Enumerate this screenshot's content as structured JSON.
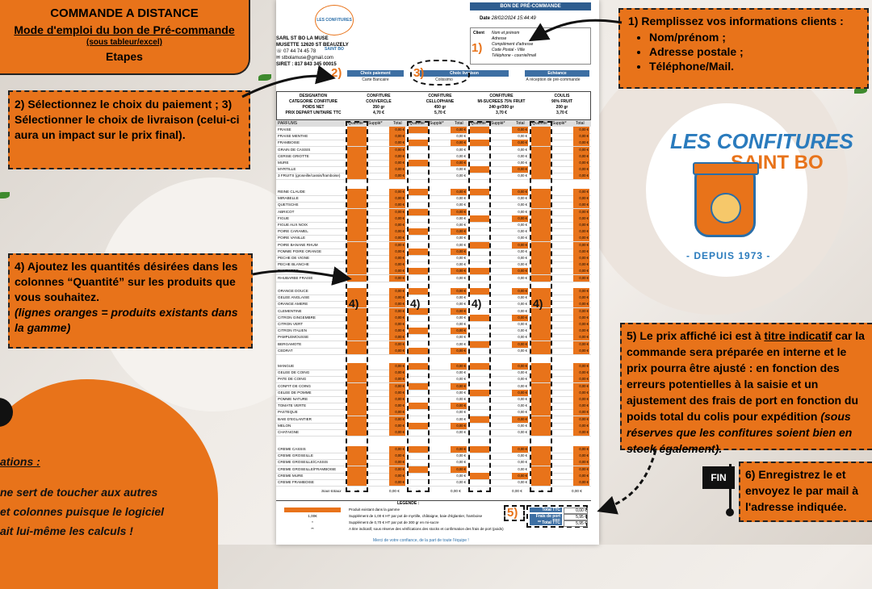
{
  "header": {
    "line1": "COMMANDE A DISTANCE",
    "line2": "Mode d'emploi du bon de Pré-commande",
    "line3": "(sous tableur/excel)",
    "line4": "Etapes"
  },
  "step1": {
    "title": "1) Remplissez vos informations clients :",
    "items": [
      "Nom/prénom ;",
      "Adresse postale ;",
      "Téléphone/Mail."
    ]
  },
  "step2": {
    "text": "2) Sélectionnez le choix du paiement ; 3) Sélectionner le choix de livraison (celui-ci aura un impact sur le prix final)."
  },
  "step4": {
    "line1": "4) Ajoutez les quantités désirées dans les colonnes “Quantité” sur les produits que vous souhaitez.",
    "line2": "(lignes oranges = produits existants dans la gamme)"
  },
  "step5": {
    "part1": "5) Le prix affiché ici est à ",
    "underlined": "titre indicatif",
    "part2": " car la commande sera préparée en interne et le prix pourra être ajusté : en fonction des erreurs potentielles à la saisie et un ajustement des frais de port en fonction du poids total du colis pour expédition ",
    "italic": "(sous réserves que les confitures soient bien en stock également)."
  },
  "step6": {
    "flag": "FIN",
    "text": "6) Enregistrez le et envoyez le par mail à l'adresse indiquée."
  },
  "notes": {
    "title": "ations :",
    "line1": "ne sert de toucher aux autres",
    "line2": "et colonnes puisque le logiciel",
    "line3": "ait lui-même les calculs !"
  },
  "logo": {
    "line1": "LES CONFITURES",
    "line2": "SAINT BO",
    "ribbon": "- DEPUIS 1973 -"
  },
  "doc": {
    "title": "BON DE PRÉ-COMMANDE",
    "date_label": "Date",
    "date_value": "28/02/2024 15:44:49",
    "client_label": "Client",
    "client_lines": [
      "Nom et prénom",
      "Adresse",
      "Complément d'adresse",
      "Code Postal - Ville",
      "Téléphone - courriel/mail"
    ],
    "logo_small": "LES CONFITURES SAINT BO",
    "company": "SARL ST BO LA MUSE",
    "address": "MUSETTE 12620 ST BEAUZELY",
    "phone": "07 44 74 45 78",
    "email": "stbolamuse@gmail.com",
    "siret": "SIRET : 817 843 345 00015",
    "pay_header": "Choix paiement",
    "pay_value": "Carte Bancaire",
    "deliv_header": "Choix livraison",
    "deliv_value": "Colissimo",
    "due_header": "Echéance",
    "due_value": "A réception de pré-commande",
    "marker2": "2)",
    "marker3": "3)",
    "marker1": "1)",
    "col_designation": [
      "DESIGNATION",
      "CATEGORIE CONFITURE",
      "POIDS NET",
      "PRIX DEPART UNITAIRE TTC"
    ],
    "products": [
      {
        "name": "CONFITURE",
        "sub": "COUVERCLE",
        "weight": "350 gr",
        "price": "4,70 €"
      },
      {
        "name": "CONFITURE",
        "sub": "CELLOPHANE",
        "weight": "450 gr",
        "price": "5,70 €"
      },
      {
        "name": "CONFITURE",
        "sub": "MI-SUCREES 75% FRUIT",
        "weight": "240 gr/300 gr",
        "price": "3,70 €"
      },
      {
        "name": "COULIS",
        "sub": "90% FRUIT",
        "weight": "200 gr",
        "price": "3,70 €"
      }
    ],
    "parfums": "PARFUMS",
    "sub_cols": [
      "Quantité",
      "Supplé*",
      "Total"
    ],
    "zero": "0,00 €",
    "sections": [
      [
        "FRAISE",
        "FRAISE MENTHE",
        "FRAMBOISE",
        "GRAIN DE CASSIS",
        "CERISE GRIOTTE",
        "MURE",
        "MYRTILLE",
        "3 FRUITS (groseille/cassis/framboise)"
      ],
      [
        "REINE CLAUDE",
        "MIRABELLE",
        "QUETSCHE",
        "ABRICOT",
        "FIGUE",
        "FIGUE AUX NOIX",
        "POIRE CARAMEL",
        "POIRE VANILLE",
        "POIRE BANANE RHUM",
        "POMME POIRE ORANGE",
        "PECHE DE VIGNE",
        "PECHE BLANCHE",
        "RHUBARBE",
        "RHUBARBE FRAISE"
      ],
      [
        "ORANGE DOUCE",
        "GELEE ANGLAISE",
        "ORANGE AMERE",
        "CLEMENTINE",
        "CITRON GINGEMBRE",
        "CITRON VERT",
        "CITRON ITALIEN",
        "PAMPLEMOUSSE",
        "BERGAMOTE",
        "CEDRAT"
      ],
      [
        "MANGUE",
        "GELEE DE COING",
        "PATE DE COING",
        "CONFIT DE COING",
        "GELEE DE POMME",
        "POMME NATURE",
        "TOMATE VERTE",
        "PASTEQUE",
        "BAIE D'EGLANTIER",
        "MELON",
        "CHATAIGNE"
      ],
      [
        "CREME CASSIS",
        "CREME GROSEILLE",
        "CREME GROSEILLE/CASSIS",
        "CREME GROSEILLE/FRAMBOISE",
        "CREME MURE",
        "CREME FRAMBOISE"
      ]
    ],
    "suppl_value": "1,00 €",
    "subtotal_label": "Sous-totaux",
    "subtotal_zero": "0",
    "subtotal_euro": "0,00 €",
    "marker4": "4)",
    "legend_title": "LEGENDE :",
    "legend": [
      {
        "key": "",
        "text": "Produit existant dans la gamme"
      },
      {
        "key": "1,00€",
        "text": "Supplément de 1,00 € HT par pot de myrtille, châtaigne, baie d'églantier, framboise"
      },
      {
        "key": "*",
        "text": "Supplément de 0,70 € HT par pot de 300 gr en mi-sucre"
      },
      {
        "key": "**",
        "text": "A titre indicatif, sous réserve des vérifications des stocks et confirmation des frais de port (poids)"
      }
    ],
    "marker5": "5)",
    "totals": [
      {
        "label": "Total TTC",
        "value": "0,00 €"
      },
      {
        "label": "Frais de port TTC",
        "value": "5,95 €"
      },
      {
        "label": "** Total TTC",
        "value": "5,95 €"
      }
    ],
    "footer": "Merci de votre confiance, de la part de toute l'équipe !"
  }
}
